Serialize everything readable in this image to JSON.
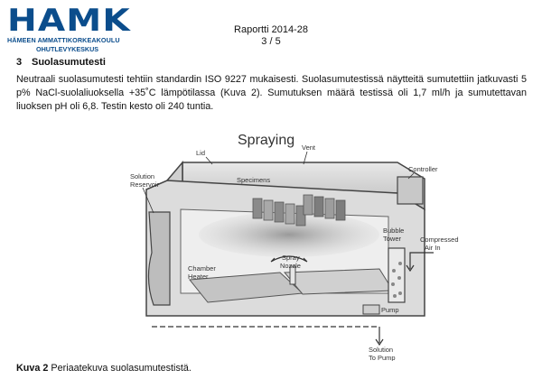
{
  "header": {
    "logo_text": "HAMK",
    "logo_line1": "HÄMEEN AMMATTIKORKEAKOULU",
    "logo_line2": "OHUTLEVYKESKUS",
    "report_title": "Raportti 2014-28",
    "page_number": "3 / 5"
  },
  "section": {
    "number": "3",
    "title": "Suolasumutesti",
    "paragraph": "Neutraali suolasumutesti tehtiin standardin ISO 9227 mukaisesti. Suolasumutestissä näytteitä sumutettiin jatkuvasti 5 p% NaCl-suolaliuoksella +35˚C lämpötilassa (Kuva 2). Sumutuksen määrä testissä oli 1,7 ml/h ja sumutettavan liuoksen pH oli 6,8. Testin kesto oli 240 tuntia."
  },
  "figure": {
    "title": "Spraying",
    "labels": {
      "lid": "Lid",
      "vent": "Vent",
      "controller": "Controller",
      "solution_reservoir_1": "Solution",
      "solution_reservoir_2": "Reservoir",
      "specimens": "Specimens",
      "bubble_tower_1": "Bubble",
      "bubble_tower_2": "Tower",
      "compressed_air_1": "Compressed",
      "compressed_air_2": "Air In",
      "chamber_heater_1": "Chamber",
      "chamber_heater_2": "Heater",
      "spray_nozzle_1": "Spray",
      "spray_nozzle_2": "Nozzle",
      "pump": "Pump",
      "solution_to_pump_1": "Solution",
      "solution_to_pump_2": "To Pump"
    }
  },
  "caption": {
    "label": "Kuva 2",
    "text": " Periaatekuva suolasumutestistä."
  },
  "colors": {
    "logo_blue": "#0b4d8c",
    "machine_fill": "#d6d6d6",
    "machine_stroke": "#444444"
  }
}
